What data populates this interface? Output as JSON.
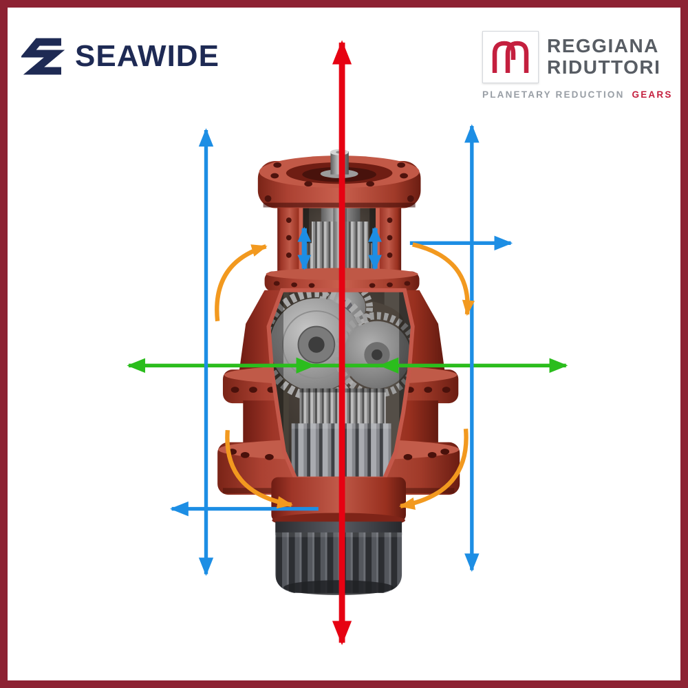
{
  "header": {
    "seawide": {
      "wordmark": "SEAWIDE"
    },
    "reggiana": {
      "name_line1": "REGGIANA",
      "name_line2": "RIDUTTORI",
      "tagline_prefix": "PLANETARY REDUCTION",
      "tagline_accent": "GEARS"
    }
  },
  "diagram": {
    "subject": "Planetary reduction gearbox cutaway with axis and rotation arrows",
    "arrows": [
      {
        "id": "main-vertical-axis",
        "color_key": "axis_red",
        "style": "double-headed vertical through gearbox center"
      },
      {
        "id": "left-vertical-axis",
        "color_key": "axis_blue",
        "style": "double-headed vertical beside gearbox"
      },
      {
        "id": "right-vertical-axis",
        "color_key": "axis_blue",
        "style": "double-headed vertical beside gearbox"
      },
      {
        "id": "upper-right-horizontal",
        "color_key": "axis_blue",
        "style": "single head pointing right"
      },
      {
        "id": "lower-left-horizontal",
        "color_key": "axis_blue",
        "style": "single head pointing left"
      },
      {
        "id": "input-shaft-arrows",
        "color_key": "axis_blue",
        "style": "two short double-headed vertical arrows at input shaft"
      },
      {
        "id": "radial-axis",
        "color_key": "axis_green",
        "style": "double-headed horizontal with two inner heads at planet pins"
      },
      {
        "id": "rotation-arcs",
        "color_key": "rotation_orange",
        "style": "four curved rotation arrows"
      }
    ],
    "colors": {
      "frame_red": "#8d2233",
      "axis_red": "#e60212",
      "axis_blue": "#1d8ee4",
      "axis_green": "#2bbd1d",
      "rotation_orange": "#f2991f",
      "navy": "#1e2a54",
      "brand_red": "#c41f3e",
      "gear_text_gray": "#585d64",
      "tagline_gray": "#989ea5"
    }
  }
}
